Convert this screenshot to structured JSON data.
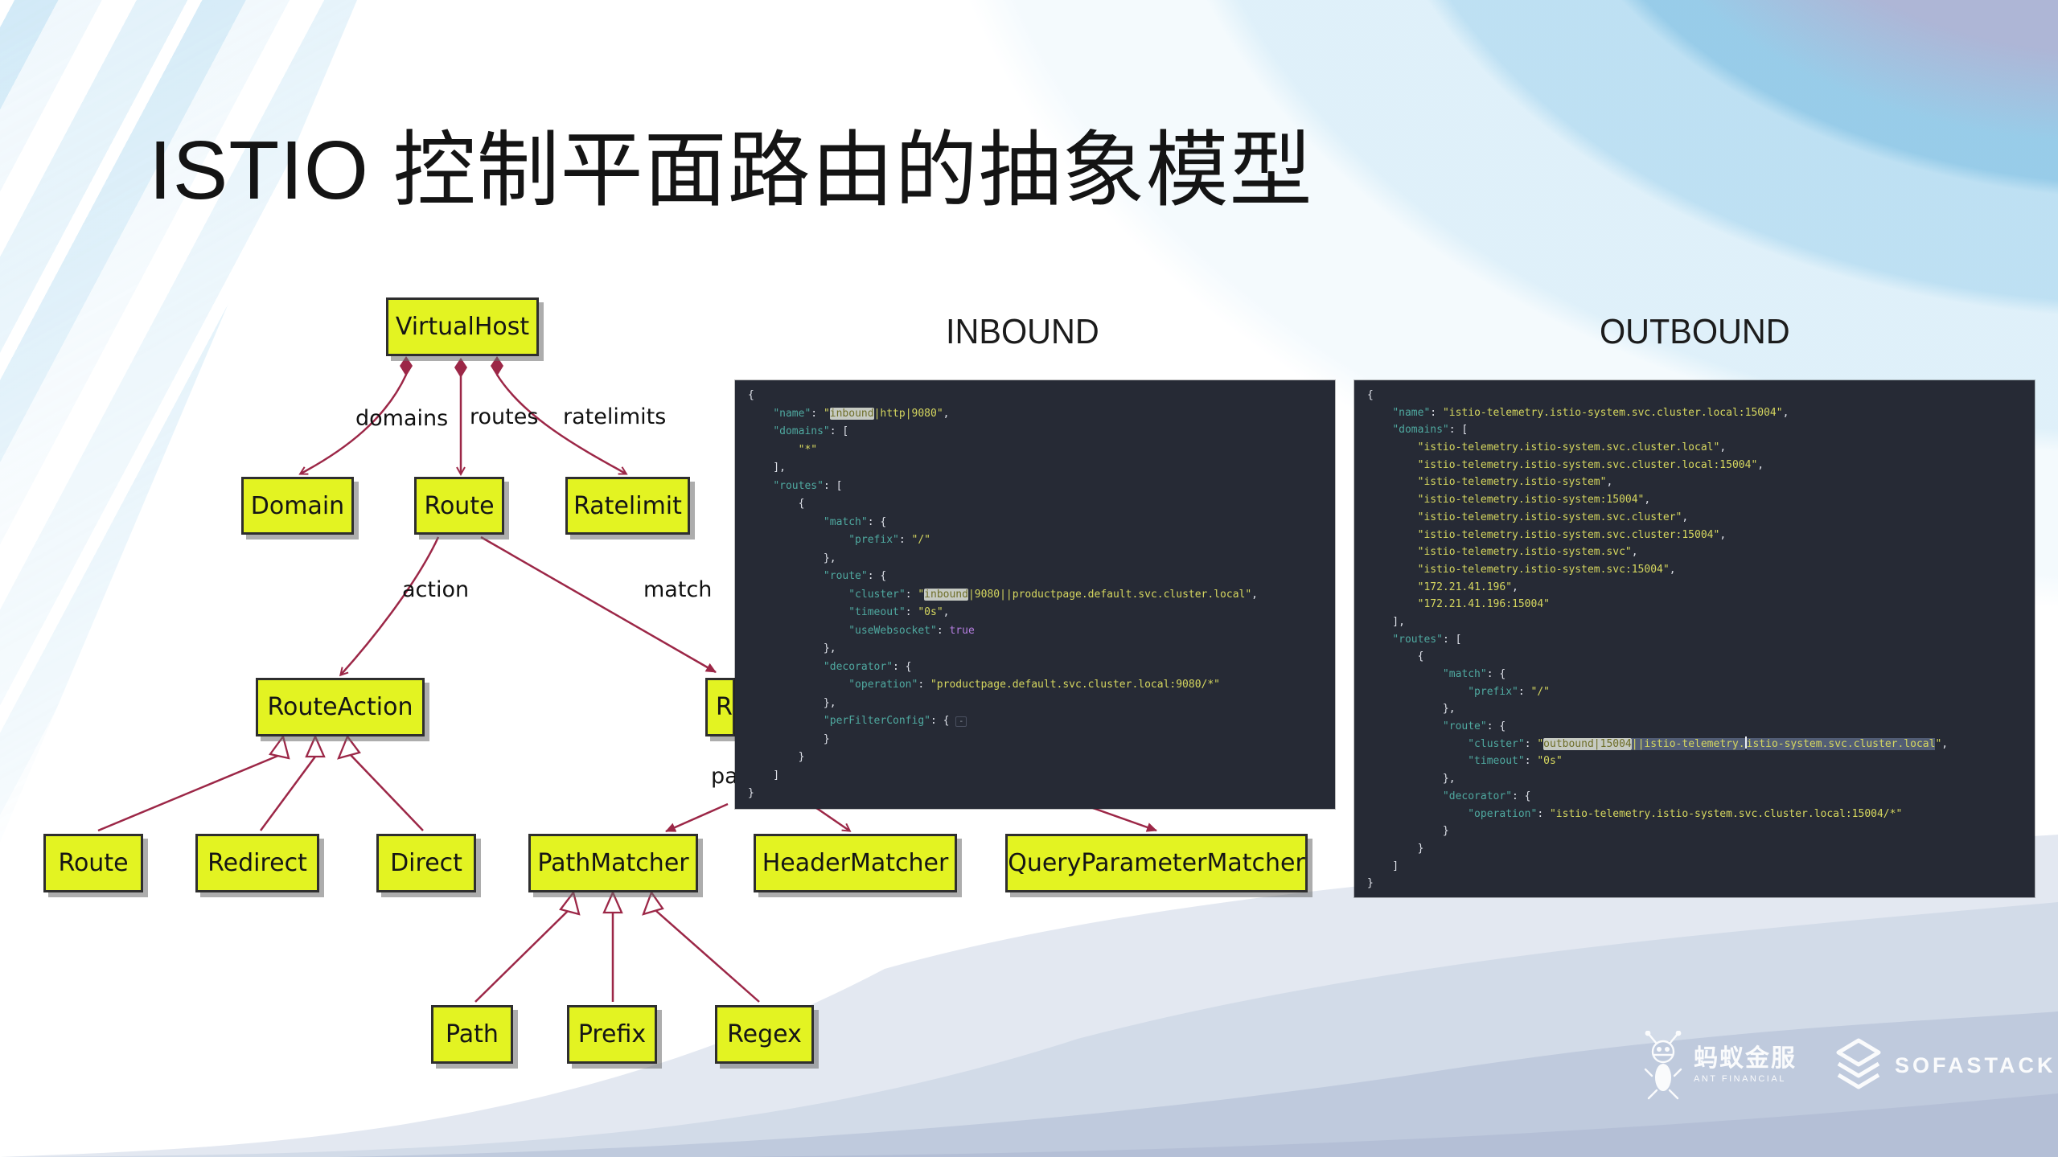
{
  "slide": {
    "title": "ISTIO 控制平面路由的抽象模型"
  },
  "panels": {
    "inbound_label": "INBOUND",
    "outbound_label": "OUTBOUND"
  },
  "diagram": {
    "nodes": [
      {
        "id": "virtualhost",
        "label": "VirtualHost"
      },
      {
        "id": "domain",
        "label": "Domain"
      },
      {
        "id": "route",
        "label": "Route"
      },
      {
        "id": "ratelimit",
        "label": "Ratelimit"
      },
      {
        "id": "routeaction",
        "label": "RouteAction"
      },
      {
        "id": "routematch-clipped",
        "label": "R"
      },
      {
        "id": "route-leaf",
        "label": "Route"
      },
      {
        "id": "redirect",
        "label": "Redirect"
      },
      {
        "id": "direct",
        "label": "Direct"
      },
      {
        "id": "pathmatcher",
        "label": "PathMatcher"
      },
      {
        "id": "headermatcher",
        "label": "HeaderMatcher"
      },
      {
        "id": "queryparametermatcher",
        "label": "QueryParameterMatcher"
      },
      {
        "id": "path",
        "label": "Path"
      },
      {
        "id": "prefix",
        "label": "Prefix"
      },
      {
        "id": "regex",
        "label": "Regex"
      }
    ],
    "edge_labels": {
      "domains": "domains",
      "routes": "routes",
      "ratelimits": "ratelimits",
      "action": "action",
      "match": "match",
      "path_clipped": "pa"
    }
  },
  "code_blocks": [
    {
      "id": "inbound",
      "lines": [
        [
          [
            "pun",
            "{"
          ]
        ],
        [
          [
            "pun",
            "    "
          ],
          [
            "key",
            "\"name\""
          ],
          [
            "pun",
            ": "
          ],
          [
            "str",
            "\""
          ],
          [
            "hl",
            "inbound"
          ],
          [
            "str",
            "|http|9080\""
          ],
          [
            "pun",
            ","
          ]
        ],
        [
          [
            "pun",
            "    "
          ],
          [
            "key",
            "\"domains\""
          ],
          [
            "pun",
            ": ["
          ]
        ],
        [
          [
            "pun",
            "        "
          ],
          [
            "str",
            "\"*\""
          ]
        ],
        [
          [
            "pun",
            "    ],"
          ]
        ],
        [
          [
            "pun",
            "    "
          ],
          [
            "key",
            "\"routes\""
          ],
          [
            "pun",
            ": ["
          ]
        ],
        [
          [
            "pun",
            "        {"
          ]
        ],
        [
          [
            "pun",
            "            "
          ],
          [
            "key",
            "\"match\""
          ],
          [
            "pun",
            ": {"
          ]
        ],
        [
          [
            "pun",
            "                "
          ],
          [
            "key",
            "\"prefix\""
          ],
          [
            "pun",
            ": "
          ],
          [
            "str",
            "\"/\""
          ]
        ],
        [
          [
            "pun",
            "            },"
          ]
        ],
        [
          [
            "pun",
            "            "
          ],
          [
            "key",
            "\"route\""
          ],
          [
            "pun",
            ": {"
          ]
        ],
        [
          [
            "pun",
            "                "
          ],
          [
            "key",
            "\"cluster\""
          ],
          [
            "pun",
            ": "
          ],
          [
            "str",
            "\""
          ],
          [
            "hl",
            "inbound"
          ],
          [
            "str",
            "|9080||productpage.default.svc.cluster.local\""
          ],
          [
            "pun",
            ","
          ]
        ],
        [
          [
            "pun",
            "                "
          ],
          [
            "key",
            "\"timeout\""
          ],
          [
            "pun",
            ": "
          ],
          [
            "str",
            "\"0s\""
          ],
          [
            "pun",
            ","
          ]
        ],
        [
          [
            "pun",
            "                "
          ],
          [
            "key",
            "\"useWebsocket\""
          ],
          [
            "pun",
            ": "
          ],
          [
            "bool",
            "true"
          ]
        ],
        [
          [
            "pun",
            "            },"
          ]
        ],
        [
          [
            "pun",
            "            "
          ],
          [
            "key",
            "\"decorator\""
          ],
          [
            "pun",
            ": {"
          ]
        ],
        [
          [
            "pun",
            "                "
          ],
          [
            "key",
            "\"operation\""
          ],
          [
            "pun",
            ": "
          ],
          [
            "str",
            "\"productpage.default.svc.cluster.local:9080/*\""
          ]
        ],
        [
          [
            "pun",
            "            },"
          ]
        ],
        [
          [
            "pun",
            "            "
          ],
          [
            "key",
            "\"perFilterConfig\""
          ],
          [
            "pun",
            ": { "
          ],
          [
            "fold",
            "-"
          ]
        ],
        [
          [
            "pun",
            "            }"
          ]
        ],
        [
          [
            "pun",
            "        }"
          ]
        ],
        [
          [
            "pun",
            "    ]"
          ]
        ],
        [
          [
            "pun",
            "}"
          ]
        ]
      ]
    },
    {
      "id": "outbound",
      "lines": [
        [
          [
            "pun",
            "{"
          ]
        ],
        [
          [
            "pun",
            "    "
          ],
          [
            "key",
            "\"name\""
          ],
          [
            "pun",
            ": "
          ],
          [
            "str",
            "\"istio-telemetry.istio-system.svc.cluster.local:15004\""
          ],
          [
            "pun",
            ","
          ]
        ],
        [
          [
            "pun",
            "    "
          ],
          [
            "key",
            "\"domains\""
          ],
          [
            "pun",
            ": ["
          ]
        ],
        [
          [
            "pun",
            "        "
          ],
          [
            "str",
            "\"istio-telemetry.istio-system.svc.cluster.local\""
          ],
          [
            "pun",
            ","
          ]
        ],
        [
          [
            "pun",
            "        "
          ],
          [
            "str",
            "\"istio-telemetry.istio-system.svc.cluster.local:15004\""
          ],
          [
            "pun",
            ","
          ]
        ],
        [
          [
            "pun",
            "        "
          ],
          [
            "str",
            "\"istio-telemetry.istio-system\""
          ],
          [
            "pun",
            ","
          ]
        ],
        [
          [
            "pun",
            "        "
          ],
          [
            "str",
            "\"istio-telemetry.istio-system:15004\""
          ],
          [
            "pun",
            ","
          ]
        ],
        [
          [
            "pun",
            "        "
          ],
          [
            "str",
            "\"istio-telemetry.istio-system.svc.cluster\""
          ],
          [
            "pun",
            ","
          ]
        ],
        [
          [
            "pun",
            "        "
          ],
          [
            "str",
            "\"istio-telemetry.istio-system.svc.cluster:15004\""
          ],
          [
            "pun",
            ","
          ]
        ],
        [
          [
            "pun",
            "        "
          ],
          [
            "str",
            "\"istio-telemetry.istio-system.svc\""
          ],
          [
            "pun",
            ","
          ]
        ],
        [
          [
            "pun",
            "        "
          ],
          [
            "str",
            "\"istio-telemetry.istio-system.svc:15004\""
          ],
          [
            "pun",
            ","
          ]
        ],
        [
          [
            "pun",
            "        "
          ],
          [
            "str",
            "\"172.21.41.196\""
          ],
          [
            "pun",
            ","
          ]
        ],
        [
          [
            "pun",
            "        "
          ],
          [
            "str",
            "\"172.21.41.196:15004\""
          ]
        ],
        [
          [
            "pun",
            "    ],"
          ]
        ],
        [
          [
            "pun",
            "    "
          ],
          [
            "key",
            "\"routes\""
          ],
          [
            "pun",
            ": ["
          ]
        ],
        [
          [
            "pun",
            "        {"
          ]
        ],
        [
          [
            "pun",
            "            "
          ],
          [
            "key",
            "\"match\""
          ],
          [
            "pun",
            ": {"
          ]
        ],
        [
          [
            "pun",
            "                "
          ],
          [
            "key",
            "\"prefix\""
          ],
          [
            "pun",
            ": "
          ],
          [
            "str",
            "\"/\""
          ]
        ],
        [
          [
            "pun",
            "            },"
          ]
        ],
        [
          [
            "pun",
            "            "
          ],
          [
            "key",
            "\"route\""
          ],
          [
            "pun",
            ": {"
          ]
        ],
        [
          [
            "pun",
            "                "
          ],
          [
            "key",
            "\"cluster\""
          ],
          [
            "pun",
            ": "
          ],
          [
            "str",
            "\""
          ],
          [
            "hl",
            "outbound|15004"
          ],
          [
            "sel",
            "||istio-telemetry."
          ],
          [
            "cur",
            ""
          ],
          [
            "sel",
            "istio-system.svc.cluster.local"
          ],
          [
            "str",
            "\""
          ],
          [
            "pun",
            ","
          ]
        ],
        [
          [
            "pun",
            "                "
          ],
          [
            "key",
            "\"timeout\""
          ],
          [
            "pun",
            ": "
          ],
          [
            "str",
            "\"0s\""
          ]
        ],
        [
          [
            "pun",
            "            },"
          ]
        ],
        [
          [
            "pun",
            "            "
          ],
          [
            "key",
            "\"decorator\""
          ],
          [
            "pun",
            ": {"
          ]
        ],
        [
          [
            "pun",
            "                "
          ],
          [
            "key",
            "\"operation\""
          ],
          [
            "pun",
            ": "
          ],
          [
            "str",
            "\"istio-telemetry.istio-system.svc.cluster.local:15004/*\""
          ]
        ],
        [
          [
            "pun",
            "            }"
          ]
        ],
        [
          [
            "pun",
            "        }"
          ]
        ],
        [
          [
            "pun",
            "    ]"
          ]
        ],
        [
          [
            "pun",
            "}"
          ]
        ]
      ]
    }
  ],
  "footer": {
    "ant_name": "蚂蚁金服",
    "ant_sub": "ANT FINANCIAL",
    "sofa_name": "SOFASTACK"
  },
  "colors": {
    "node_fill": "#e3f322",
    "edge": "#9c2747",
    "code_bg": "#262a35",
    "code_key": "#4fa9a0",
    "code_string": "#d6d75f",
    "code_bool": "#b57ee0",
    "wave_light": "#e3e8f1",
    "wave_mid": "#d2dbe8",
    "wave_deep": "#bfcadd"
  }
}
